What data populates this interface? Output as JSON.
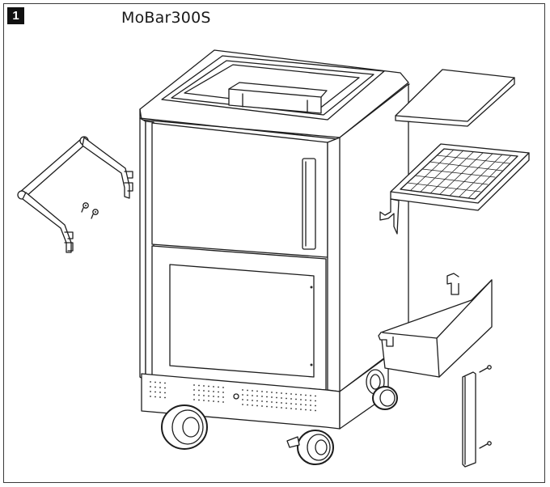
{
  "step": {
    "number": "1"
  },
  "title": {
    "model_name": "MoBar300S"
  },
  "parts": {
    "cart_body": "cart-body",
    "side_handle": "side-handle",
    "screws": "screws",
    "top_shelf": "top-shelf",
    "grate_shelf": "grate-shelf",
    "basket_shelf": "basket-shelf",
    "door_handle": "door-handle"
  },
  "colors": {
    "line": "#1d1d1d",
    "badge": "#111111",
    "background": "#ffffff"
  }
}
